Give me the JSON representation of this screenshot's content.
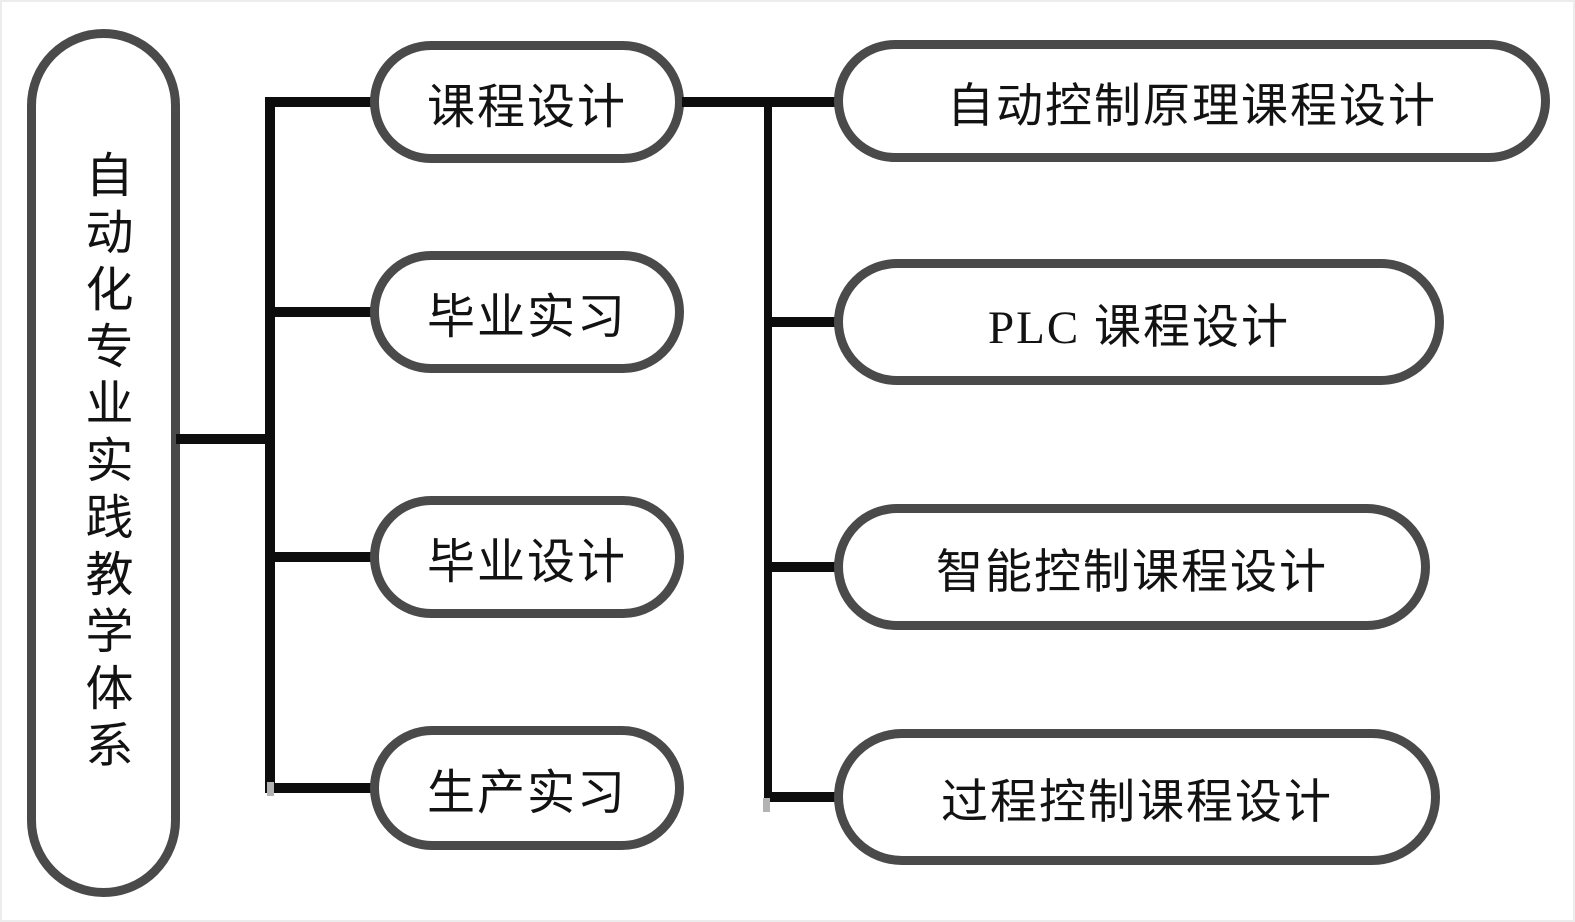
{
  "diagram": {
    "root": {
      "label": "自动化专业实践教学体系"
    },
    "branches": [
      {
        "label": "课程设计"
      },
      {
        "label": "毕业实习"
      },
      {
        "label": "毕业设计"
      },
      {
        "label": "生产实习"
      }
    ],
    "course_design_children": [
      {
        "label": "自动控制原理课程设计"
      },
      {
        "label": "PLC 课程设计"
      },
      {
        "label": "智能控制课程设计"
      },
      {
        "label": "过程控制课程设计"
      }
    ],
    "colors": {
      "node_border": "#4a4a4a",
      "connector": "#0d0d0d",
      "text": "#121212",
      "background": "#ffffff"
    }
  }
}
